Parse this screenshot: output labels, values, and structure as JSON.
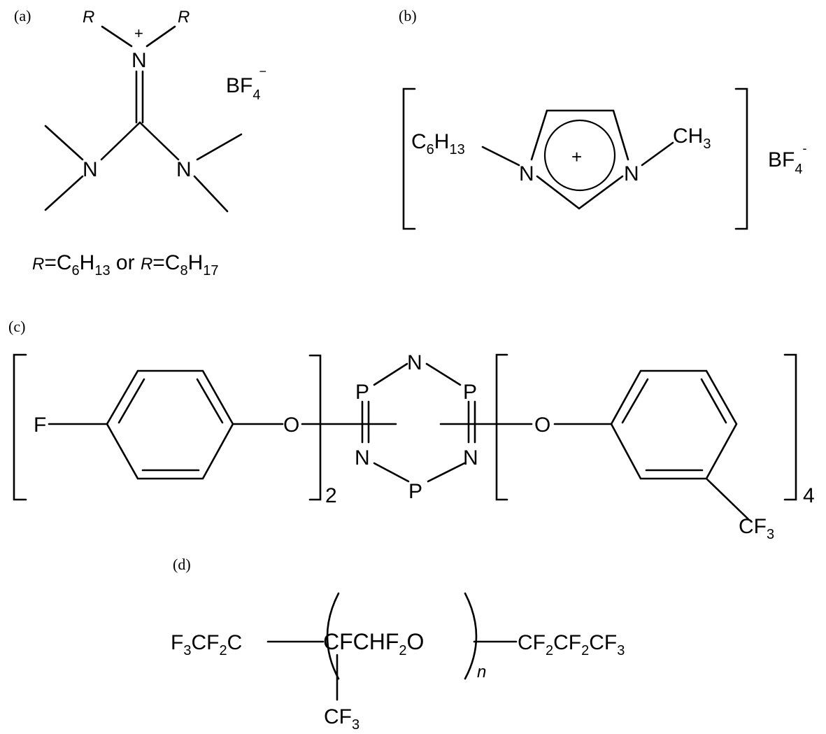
{
  "panels": {
    "a": {
      "label": "(a)",
      "r_left": "R",
      "r_right": "R",
      "n_top": "N",
      "charge_plus": "+",
      "n_left": "N",
      "n_right": "N",
      "anion": {
        "main": "BF",
        "sub": "4",
        "sup": "−"
      },
      "note": {
        "r1": "R",
        "eq1": "=C",
        "sub1a": "6",
        "h1": "H",
        "sub1b": "13",
        "or": " or ",
        "r2": "R",
        "eq2": "=C",
        "sub2a": "8",
        "h2": "H",
        "sub2b": "17"
      }
    },
    "b": {
      "label": "(b)",
      "hexyl": {
        "c": "C",
        "sub1": "6",
        "h": "H",
        "sub2": "13"
      },
      "methyl": {
        "main": "CH",
        "sub": "3"
      },
      "n_left": "N",
      "n_right": "N",
      "ring_charge": "+",
      "anion": {
        "main": "BF",
        "sub": "4",
        "sup": "-"
      }
    },
    "c": {
      "label": "(c)",
      "fluoro": "F",
      "o_left": "O",
      "o_right": "O",
      "n_top": "N",
      "p_left": "P",
      "p_right": "P",
      "n_left": "N",
      "n_right": "N",
      "p_bottom": "P",
      "count_left": "2",
      "count_right": "4",
      "cf3": {
        "main": "CF",
        "sub": "3"
      }
    },
    "d": {
      "label": "(d)",
      "left_group": {
        "a": "F",
        "s1": "3",
        "b": "CF",
        "s2": "2",
        "c": "C"
      },
      "repeat": {
        "a": "CFCHF",
        "s1": "2",
        "b": "O"
      },
      "n": "n",
      "right_group": {
        "a": "CF",
        "s1": "2",
        "b": "CF",
        "s2": "2",
        "c": "CF",
        "s3": "3"
      },
      "pendant": {
        "main": "CF",
        "sub": "3"
      }
    }
  }
}
